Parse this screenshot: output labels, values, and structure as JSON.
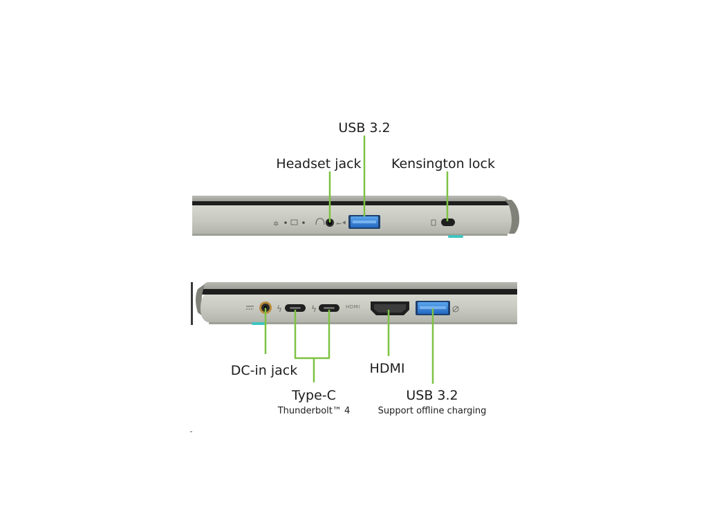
{
  "top_view": {
    "labels": {
      "usb": "USB 3.2",
      "headset": "Headset jack",
      "kensington": "Kensington lock"
    }
  },
  "bottom_view": {
    "labels": {
      "dc_in": "DC-in jack",
      "type_c": "Type-C",
      "type_c_sub": "Thunderbolt™ 4",
      "hdmi": "HDMI",
      "hdmi_port_print": "HDMI",
      "usb": "USB 3.2",
      "usb_sub": "Support offline charging"
    }
  },
  "colors": {
    "callout": "#7dc242",
    "chassis": "#c9cbc3",
    "chassis_edge": "#8f918a",
    "usb_blue": "#2f7fd6",
    "teal_foot": "#3fc4c0",
    "dark": "#202020"
  }
}
